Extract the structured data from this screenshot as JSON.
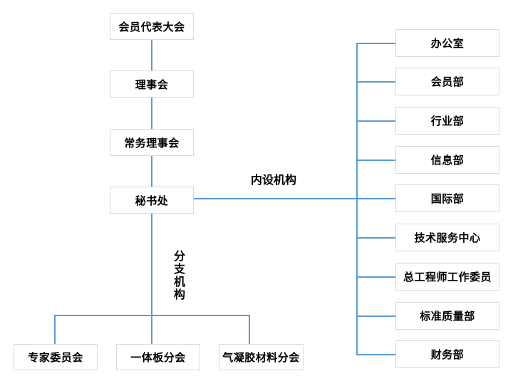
{
  "colors": {
    "line": "#5b9bd5",
    "box_border": "#d9d9d9",
    "box_fill": "#ffffff",
    "text": "#000000",
    "background": "#ffffff"
  },
  "labels": {
    "internal_orgs": "内设机构",
    "branch_orgs": "分支机构"
  },
  "main_chain": [
    "会员代表大会",
    "理事会",
    "常务理事会",
    "秘书处"
  ],
  "internal_departments": [
    "办公室",
    "会员部",
    "行业部",
    "信息部",
    "国际部",
    "技术服务中心",
    "总工程师工作委员",
    "标准质量部",
    "财务部"
  ],
  "branch_organizations": [
    "专家委员会",
    "一体板分会",
    "气凝胶材料分会"
  ]
}
